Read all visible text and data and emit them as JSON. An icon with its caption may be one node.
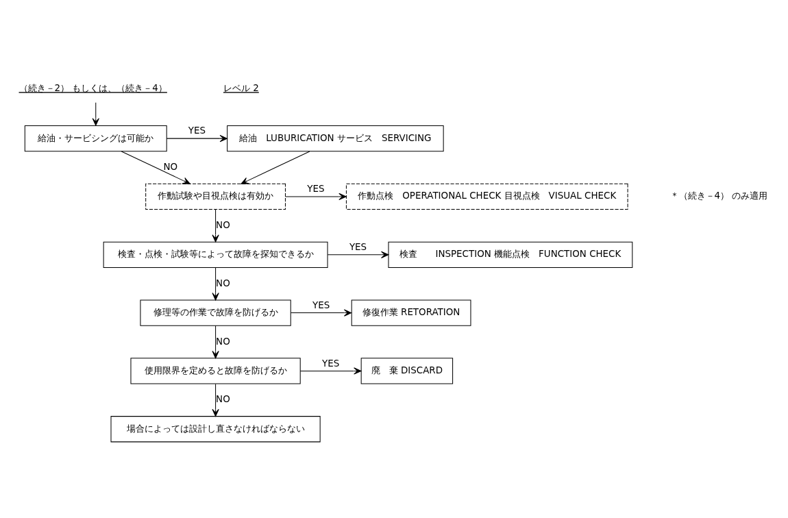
{
  "diagram": {
    "nodes": [
      {
        "text": [
          "（続き－2） もしくは、（続き－4）"
        ]
      },
      {
        "text": [
          "給油・サービシングは可能か"
        ]
      },
      {
        "text": [
          "給油　LUBURICATION サービス　SERVICING"
        ]
      },
      {
        "text": [
          "作動試験や目視点検は有効か"
        ]
      },
      {
        "text": [
          "作動点検　OPERATIONAL CHECK 目視点検　VISUAL CHECK"
        ]
      },
      {
        "text": [
          "検査・点検・試験等によって故障を探知できるか"
        ]
      },
      {
        "text": [
          "検査　　INSPECTION 機能点検　FUNCTION CHECK"
        ]
      },
      {
        "text": [
          "修理等の作業で故障を防げるか"
        ]
      },
      {
        "text": [
          "修復作業 RETORATION"
        ]
      },
      {
        "text": [
          "使用限界を定めると故障を防げるか"
        ]
      },
      {
        "text": [
          "廃　棄 DISCARD"
        ]
      },
      {
        "text": [
          "場合によっては設計し直さなければならない"
        ]
      }
    ],
    "edges": [
      {
        "from": 0,
        "to": 1,
        "arrow": "to"
      },
      {
        "from": 1,
        "to": 2,
        "arrow": "to",
        "label": "YES"
      },
      {
        "from": 1,
        "to": 3,
        "arrow": "to",
        "label": "NO"
      },
      {
        "from": 2,
        "to": 3,
        "arrow": "to"
      },
      {
        "from": 3,
        "to": 4,
        "arrow": "to",
        "label": "YES"
      },
      {
        "from": 3,
        "to": 5,
        "arrow": "to",
        "label": "NO"
      },
      {
        "from": 5,
        "to": 6,
        "arrow": "to",
        "label": "YES"
      },
      {
        "from": 5,
        "to": 7,
        "arrow": "to",
        "label": "NO"
      },
      {
        "from": 7,
        "to": 8,
        "arrow": "to",
        "label": "YES"
      },
      {
        "from": 7,
        "to": 9,
        "arrow": "to",
        "label": "NO"
      },
      {
        "from": 9,
        "to": 10,
        "arrow": "to",
        "label": "YES"
      },
      {
        "from": 9,
        "to": 11,
        "arrow": "to",
        "label": "NO"
      }
    ],
    "labels": [
      "レベル 2",
      "＊（続き－4） のみ適用"
    ]
  }
}
